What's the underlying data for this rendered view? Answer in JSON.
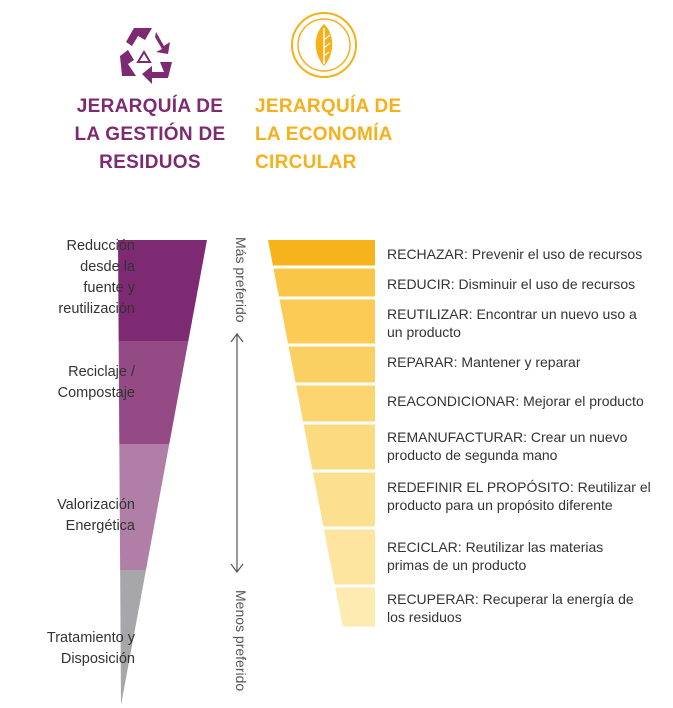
{
  "left_title": [
    "JERARQUÍA DE",
    "LA GESTIÓN DE",
    "RESIDUOS"
  ],
  "right_title": [
    "JERARQUÍA DE",
    "LA ECONOMÍA",
    "CIRCULAR"
  ],
  "left_levels": [
    {
      "label": [
        "Reducción",
        "desde la",
        "fuente y",
        "reutilización"
      ],
      "color": "#7d2a73"
    },
    {
      "label": [
        "Reciclaje /",
        "Compostaje"
      ],
      "color": "#934a85"
    },
    {
      "label": [
        "Valorización",
        "Energética"
      ],
      "color": "#b07ea6"
    },
    {
      "label": [
        "Tratamiento y",
        "Disposición"
      ],
      "color": "#a7a7a9"
    }
  ],
  "right_levels": [
    {
      "label": [
        "RECHAZAR: Prevenir el uso de recursos"
      ],
      "color": "#f7b31b"
    },
    {
      "label": [
        "REDUCIR: Disminuir el uso de recursos"
      ],
      "color": "#f9c648"
    },
    {
      "label": [
        "REUTILIZAR: Encontrar un nuevo uso a",
        "un producto"
      ],
      "color": "#fbcb55"
    },
    {
      "label": [
        "REPARAR: Mantener y reparar"
      ],
      "color": "#fbd062"
    },
    {
      "label": [
        "REACONDICIONAR: Mejorar el producto"
      ],
      "color": "#fcd570"
    },
    {
      "label": [
        "REMANUFACTURAR: Crear un nuevo",
        "producto de segunda mano"
      ],
      "color": "#fcda80"
    },
    {
      "label": [
        "REDEFINIR EL PROPÓSITO: Reutilizar el",
        "producto para un propósito diferente"
      ],
      "color": "#fde08f"
    },
    {
      "label": [
        "RECICLAR: Reutilizar las materias",
        "primas de un producto"
      ],
      "color": "#fde5a0"
    },
    {
      "label": [
        "RECUPERAR: Recuperar la energía de",
        "los residuos"
      ],
      "color": "#fdebb2"
    }
  ],
  "axis": {
    "top": "Más preferido",
    "bottom": "Menos preferido"
  },
  "colors": {
    "purple": "#7d2a73",
    "gold": "#f5b01a"
  },
  "icons": [
    "recycle-icon",
    "leaf-icon"
  ]
}
